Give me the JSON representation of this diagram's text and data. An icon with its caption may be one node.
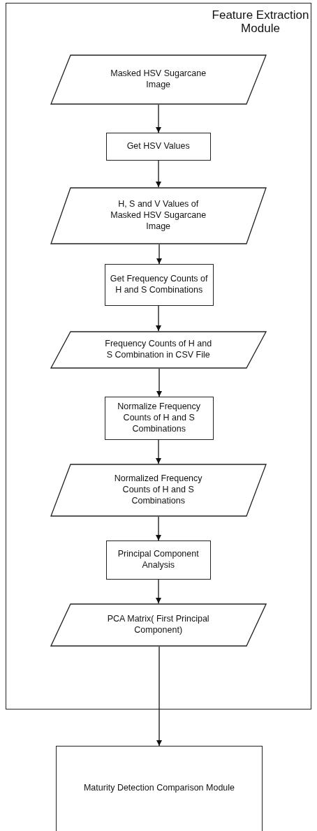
{
  "diagram": {
    "nodes": [
      {
        "text": [
          "Feature Extraction Module"
        ]
      },
      {
        "text": [
          "Masked HSV Sugarcane Image"
        ],
        "in": 0
      },
      {
        "text": [
          "Get HSV Values"
        ],
        "in": 0
      },
      {
        "text": [
          "H, S and V Values of Masked HSV Sugarcane Image"
        ],
        "in": 0
      },
      {
        "text": [
          "Get Frequency Counts of H and S Combinations"
        ],
        "in": 0
      },
      {
        "text": [
          "Frequency Counts of H and S Combination in CSV File"
        ],
        "in": 0
      },
      {
        "text": [
          "Normalize Frequency Counts of H and S Combinations"
        ],
        "in": 0
      },
      {
        "text": [
          "Normalized Frequency Counts of H and S Combinations"
        ],
        "in": 0
      },
      {
        "text": [
          "Principal Component Analysis"
        ],
        "in": 0
      },
      {
        "text": [
          "PCA Matrix( First Principal Component)"
        ],
        "in": 0
      },
      {
        "text": [
          "Maturity Detection Comparison Module"
        ]
      }
    ],
    "edges": [
      {
        "from": 1,
        "to": 2,
        "arrow": "to"
      },
      {
        "from": 2,
        "to": 3,
        "arrow": "to"
      },
      {
        "from": 3,
        "to": 4,
        "arrow": "to"
      },
      {
        "from": 4,
        "to": 5,
        "arrow": "to"
      },
      {
        "from": 5,
        "to": 6,
        "arrow": "to"
      },
      {
        "from": 6,
        "to": 7,
        "arrow": "to"
      },
      {
        "from": 7,
        "to": 8,
        "arrow": "to"
      },
      {
        "from": 8,
        "to": 9,
        "arrow": "to"
      },
      {
        "from": 9,
        "to": 10,
        "arrow": "to"
      }
    ]
  }
}
